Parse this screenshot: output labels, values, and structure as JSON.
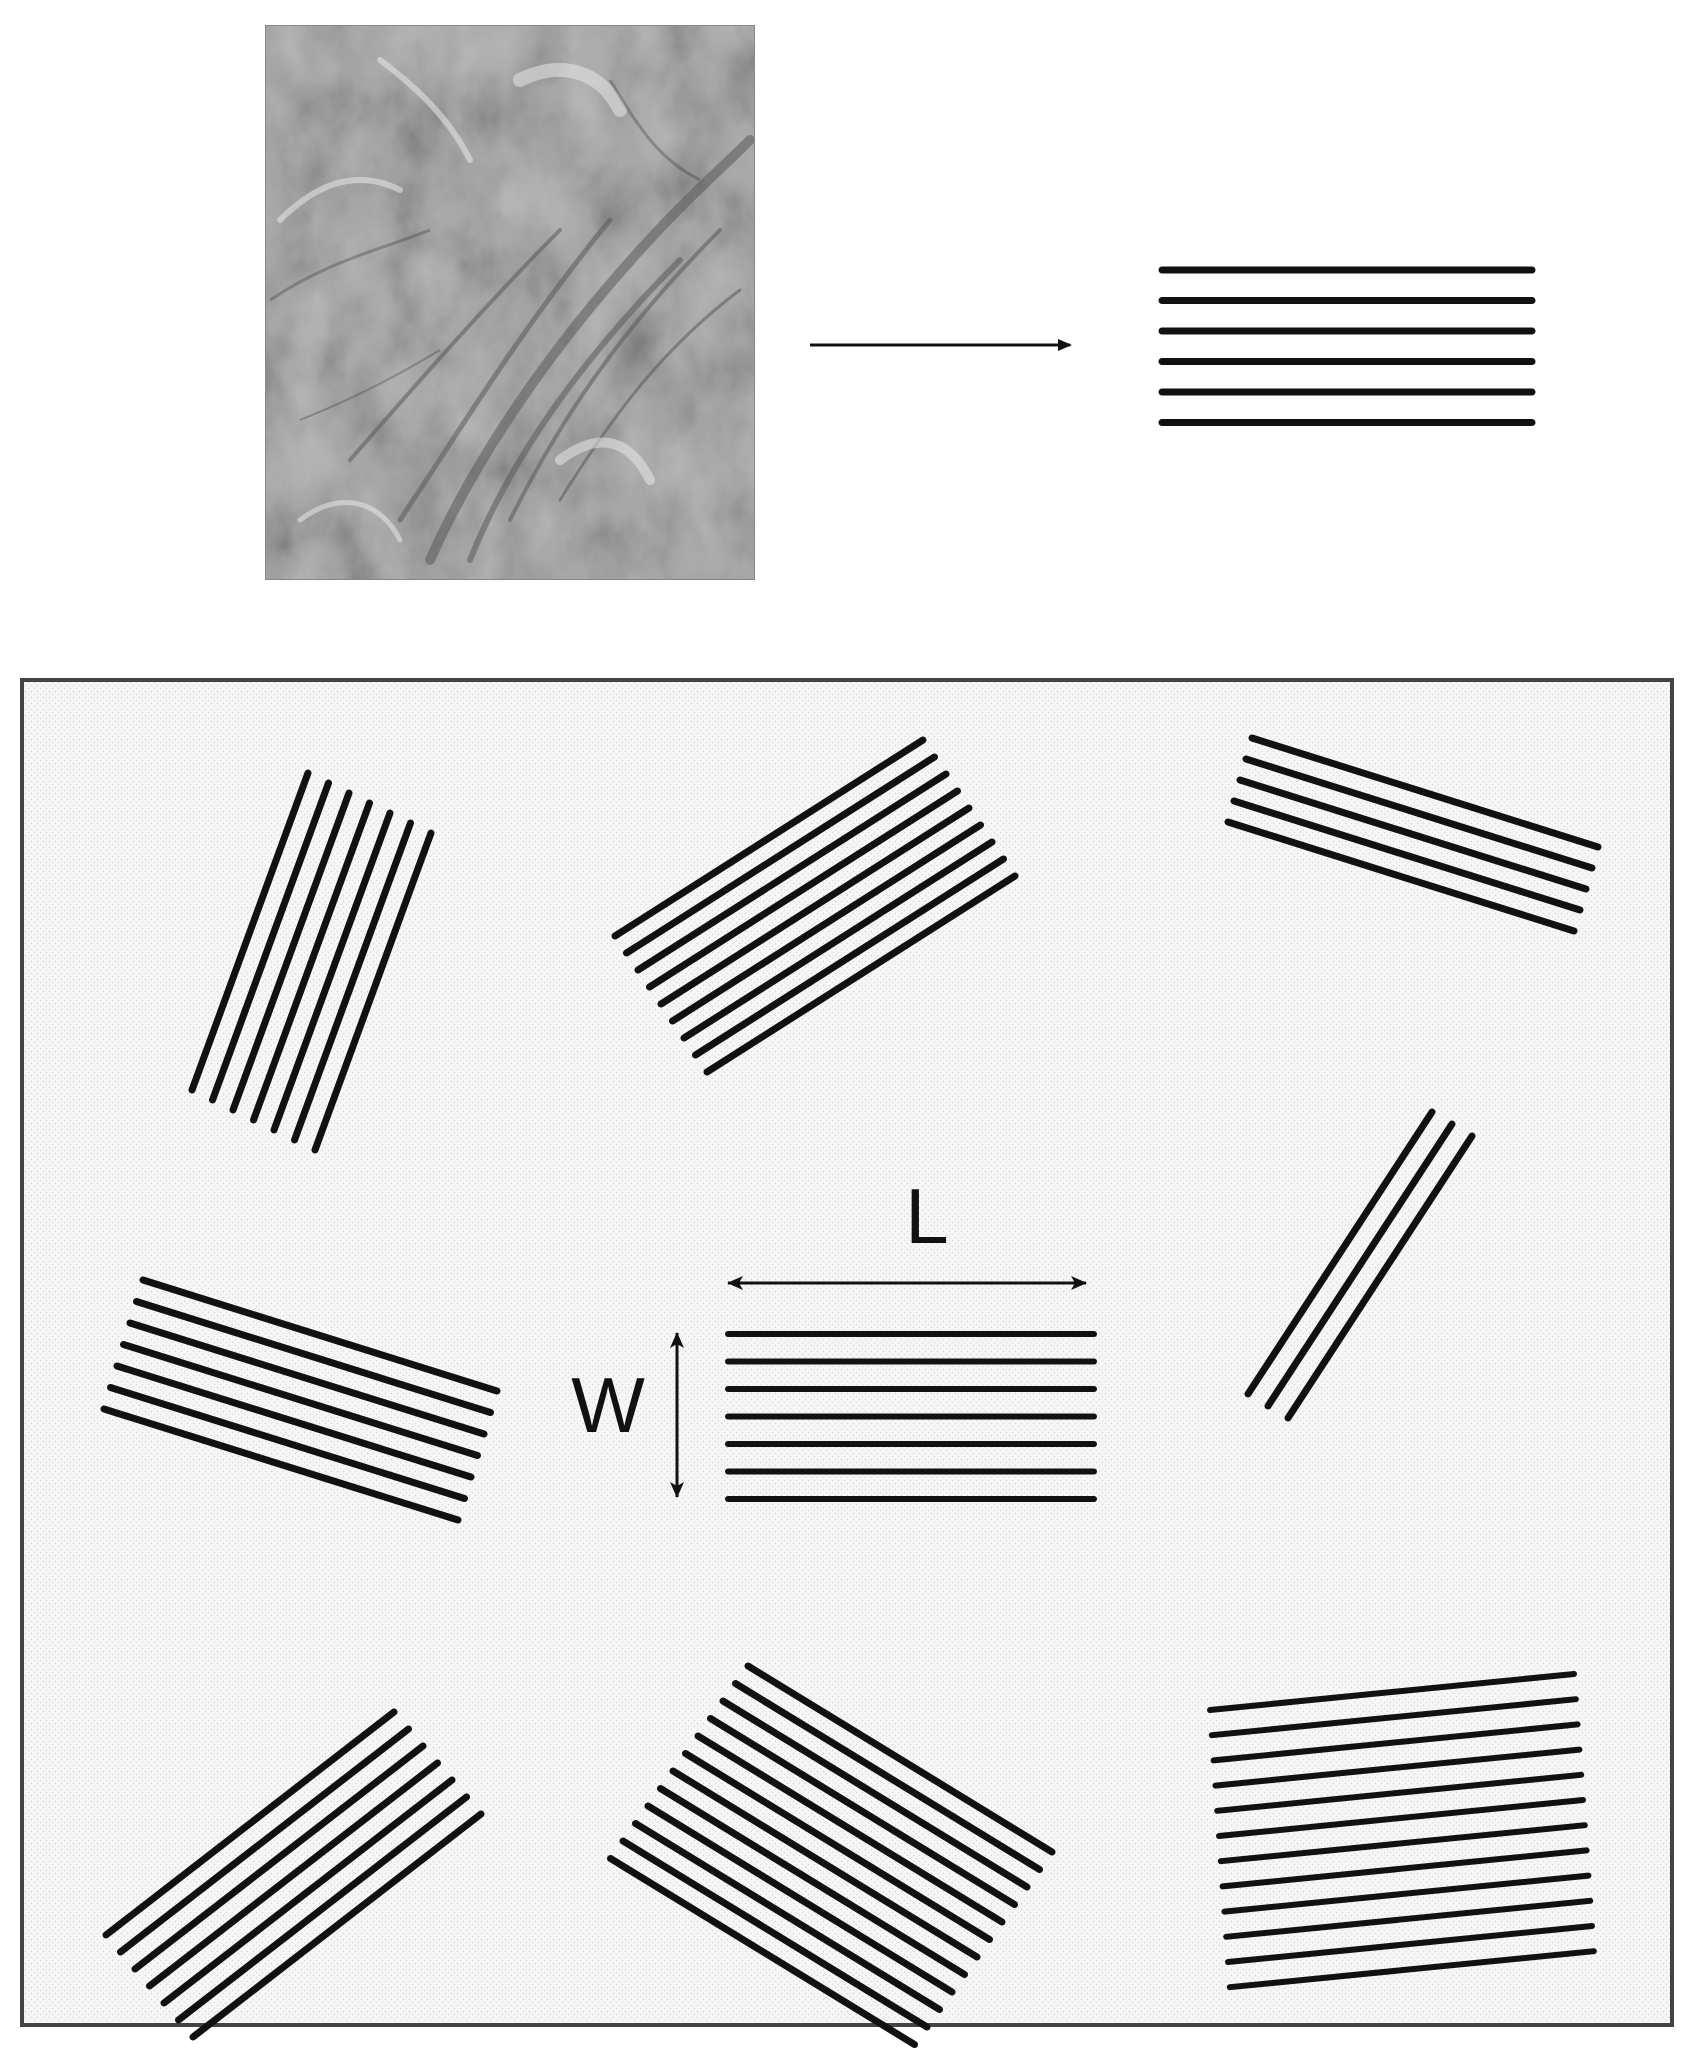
{
  "labels": {
    "length": "L",
    "width": "W"
  },
  "colors": {
    "ink": "#111111",
    "frame_fill": "#f5f5f5",
    "frame_border": "#444444",
    "photo_base": "#a9a9a9"
  },
  "micrograph": {
    "description_icon": "fibrous-tissue-micrograph"
  },
  "bundles": {
    "reference_line_count": 6,
    "distribution_line_counts": [
      7,
      9,
      5,
      7,
      7,
      3,
      7,
      12
    ]
  }
}
